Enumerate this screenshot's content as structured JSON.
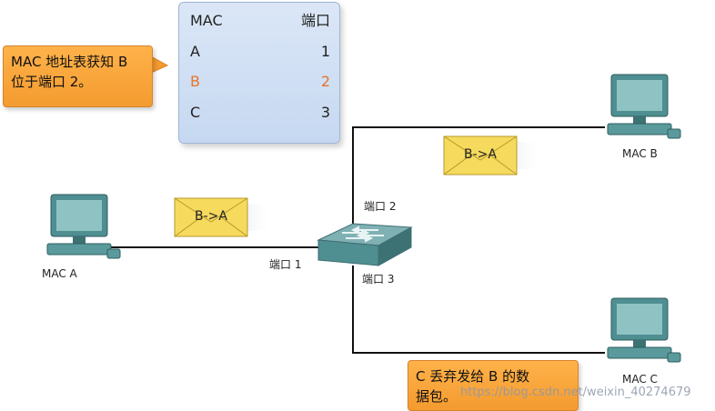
{
  "mac_table": {
    "header": {
      "mac": "MAC",
      "port": "端口"
    },
    "rows": [
      {
        "mac": "A",
        "port": "1",
        "highlight": false
      },
      {
        "mac": "B",
        "port": "2",
        "highlight": true
      },
      {
        "mac": "C",
        "port": "3",
        "highlight": false
      }
    ]
  },
  "callouts": {
    "learn": "MAC 地址表获知 B\n位于端口 2。",
    "drop": "C 丢弃发给 B 的数\n据包。"
  },
  "hosts": {
    "a": "MAC A",
    "b": "MAC B",
    "c": "MAC C"
  },
  "ports": {
    "p1": "端口 1",
    "p2": "端口 2",
    "p3": "端口 3"
  },
  "frames": {
    "frame1": "B->A",
    "frame2": "B->A"
  },
  "watermark": "https://blog.csdn.net/weixin_40274679",
  "colors": {
    "callout": "#f7a43a",
    "table_bg": "#cfdff4",
    "highlight": "#e8742a",
    "envelope": "#f5da5e"
  }
}
